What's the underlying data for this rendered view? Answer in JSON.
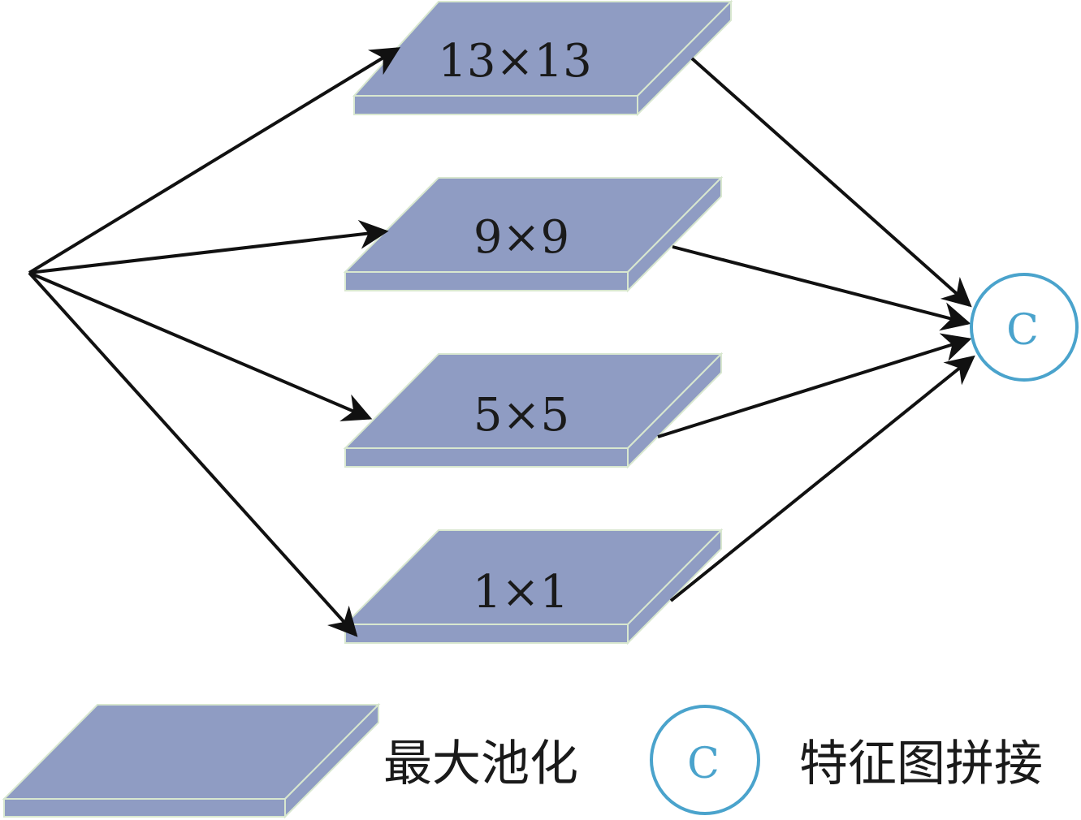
{
  "colors": {
    "slab_fill": "#8f9cc3",
    "slab_stroke": "#d8e7cf",
    "arrow": "#111111",
    "concat_ring": "#4aa3cc",
    "concat_text": "#4aa3cc"
  },
  "pooling_branches": [
    {
      "kernel": "13×13"
    },
    {
      "kernel": "9×9"
    },
    {
      "kernel": "5×5"
    },
    {
      "kernel": "1×1"
    }
  ],
  "concat_node": {
    "symbol": "C"
  },
  "legend": {
    "pooling_label": "最大池化",
    "concat_symbol": "C",
    "concat_label": "特征图拼接"
  }
}
